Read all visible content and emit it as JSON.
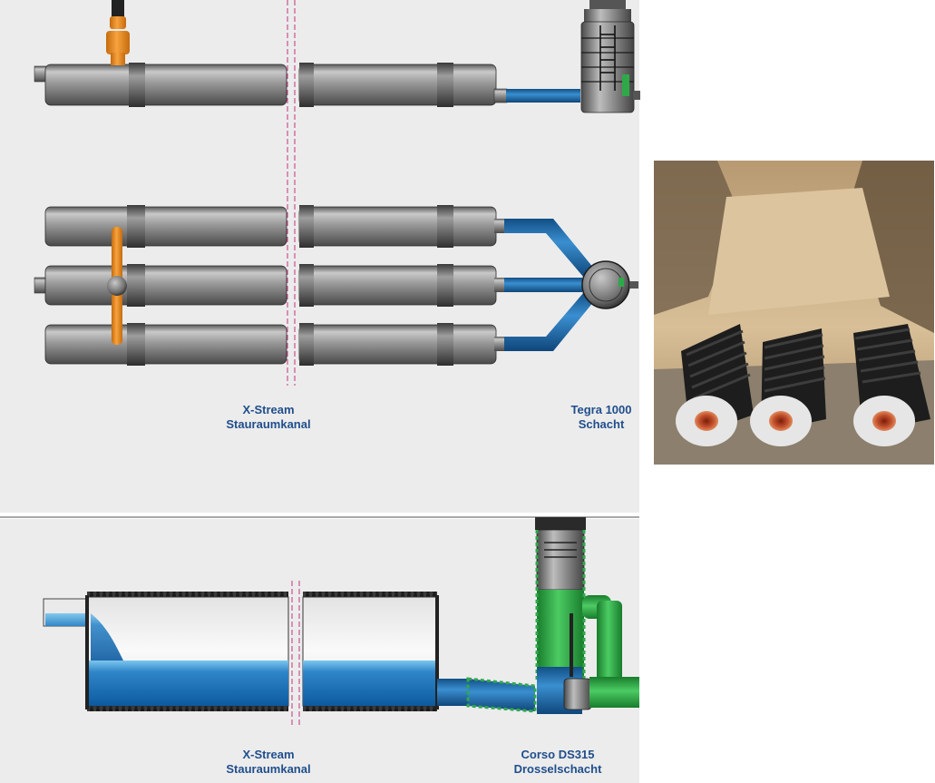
{
  "top_panel": {
    "caption_left": {
      "line1": "X-Stream",
      "line2": "Stauraumkanal"
    },
    "caption_right": {
      "line1": "Tegra 1000",
      "line2": "Schacht"
    }
  },
  "bottom_panel": {
    "caption_left": {
      "line1": "X-Stream",
      "line2": "Stauraumkanal"
    },
    "caption_right": {
      "line1": "Corso DS315",
      "line2": "Drosselschacht"
    }
  },
  "colors": {
    "panel_bg": "#ececec",
    "pipe_grey": "#8d8d8d",
    "connector_blue": "#1f6fae",
    "water_blue": "#2f86c8",
    "valve_orange": "#e88820",
    "shaft_green": "#2fa84a",
    "caption_blue": "#1f4e8c",
    "divider_magenta": "#c2337a"
  }
}
